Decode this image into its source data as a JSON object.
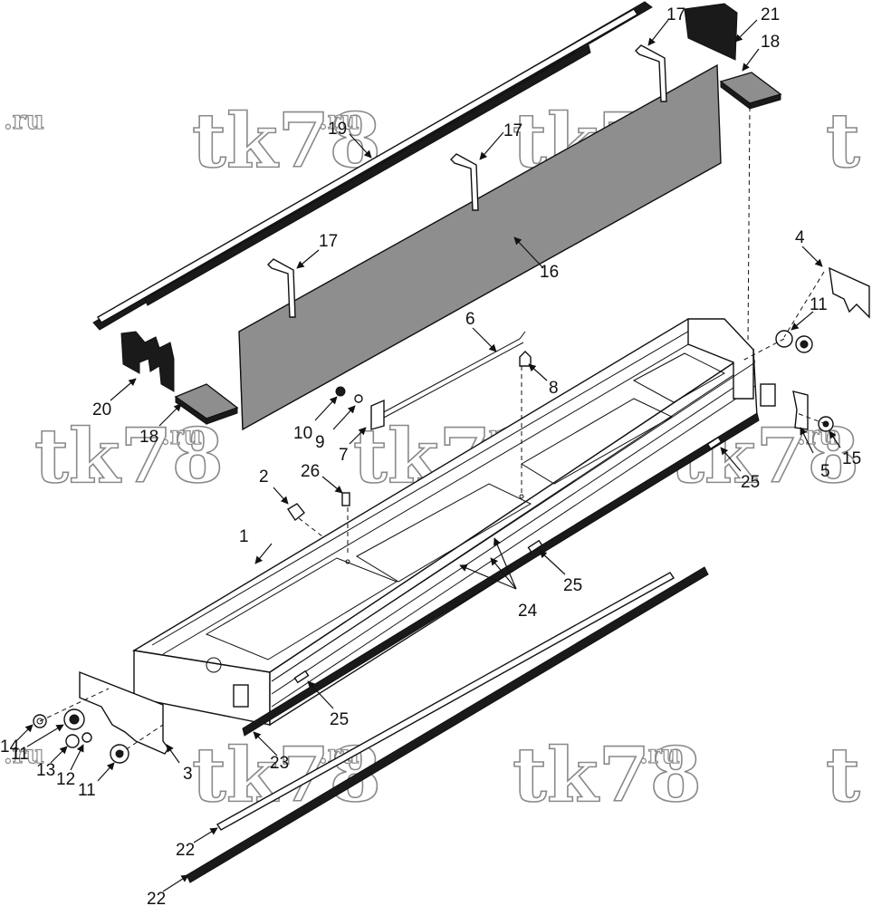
{
  "watermark": {
    "main": "tk78",
    "suffix": ".ru",
    "partial_suffix": ".ru",
    "partial_main": "t"
  },
  "callouts": [
    {
      "id": "c1",
      "label": "1"
    },
    {
      "id": "c2",
      "label": "2"
    },
    {
      "id": "c3",
      "label": "3"
    },
    {
      "id": "c4",
      "label": "4"
    },
    {
      "id": "c5",
      "label": "5"
    },
    {
      "id": "c6",
      "label": "6"
    },
    {
      "id": "c7",
      "label": "7"
    },
    {
      "id": "c8",
      "label": "8"
    },
    {
      "id": "c9",
      "label": "9"
    },
    {
      "id": "c10",
      "label": "10"
    },
    {
      "id": "c11a",
      "label": "11"
    },
    {
      "id": "c11b",
      "label": "11"
    },
    {
      "id": "c11c",
      "label": "11"
    },
    {
      "id": "c12",
      "label": "12"
    },
    {
      "id": "c13",
      "label": "13"
    },
    {
      "id": "c14",
      "label": "14"
    },
    {
      "id": "c15",
      "label": "15"
    },
    {
      "id": "c16",
      "label": "16"
    },
    {
      "id": "c17a",
      "label": "17"
    },
    {
      "id": "c17b",
      "label": "17"
    },
    {
      "id": "c17c",
      "label": "17"
    },
    {
      "id": "c18a",
      "label": "18"
    },
    {
      "id": "c18b",
      "label": "18"
    },
    {
      "id": "c19",
      "label": "19"
    },
    {
      "id": "c20",
      "label": "20"
    },
    {
      "id": "c21",
      "label": "21"
    },
    {
      "id": "c22a",
      "label": "22"
    },
    {
      "id": "c22b",
      "label": "22"
    },
    {
      "id": "c23",
      "label": "23"
    },
    {
      "id": "c24",
      "label": "24"
    },
    {
      "id": "c25a",
      "label": "25"
    },
    {
      "id": "c25b",
      "label": "25"
    },
    {
      "id": "c25c",
      "label": "25"
    },
    {
      "id": "c26",
      "label": "26"
    }
  ]
}
